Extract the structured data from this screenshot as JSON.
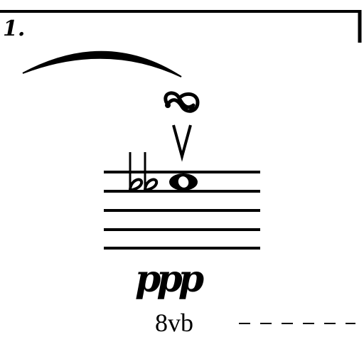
{
  "volta": {
    "label": "1."
  },
  "articulations": {
    "turn_glyph": "turn-icon",
    "bowing_glyph": "up-bow-icon"
  },
  "note": {
    "accidental": "double-flat",
    "notehead": "whole-note"
  },
  "dynamic": {
    "text": "ppp"
  },
  "ottava": {
    "label": "8vb"
  },
  "colors": {
    "ink": "#000000",
    "background": "#ffffff"
  }
}
